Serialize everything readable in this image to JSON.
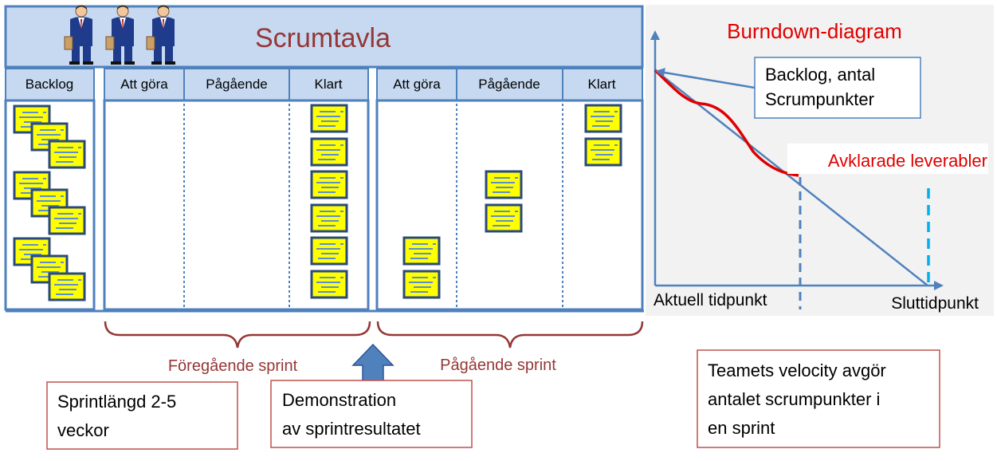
{
  "board": {
    "title": "Scrumtavla",
    "backlog_label": "Backlog",
    "prev_sprint_columns": [
      "Att göra",
      "Pågående",
      "Klart"
    ],
    "current_sprint_columns": [
      "Att göra",
      "Pågående",
      "Klart"
    ]
  },
  "sprints": {
    "previous_label": "Föregående sprint",
    "current_label": "Pågående sprint"
  },
  "notes": {
    "sprint_length": [
      "Sprintlängd 2-5",
      "veckor"
    ],
    "demonstration": [
      "Demonstration",
      "av sprintresultatet"
    ],
    "velocity": [
      "Teamets velocity avgör",
      "antalet scrumpunkter i",
      "en sprint"
    ]
  },
  "burndown": {
    "title": "Burndown-diagram",
    "backlog_callout": [
      "Backlog, antal",
      "Scrumpunkter"
    ],
    "delivered_label": "Avklarade leverabler",
    "x_label_current": "Aktuell  tidpunkt",
    "x_label_end": "Sluttidpunkt"
  },
  "colors": {
    "board_fill": "#c6d9f1",
    "board_border": "#4f81bd",
    "sticky_note": "#ffff00",
    "brace": "#953735",
    "callout_border_red": "#c0504d",
    "chart_background": "#f2f2f2",
    "burndown_actual": "#e00000",
    "end_marker": "#00b0f0"
  }
}
